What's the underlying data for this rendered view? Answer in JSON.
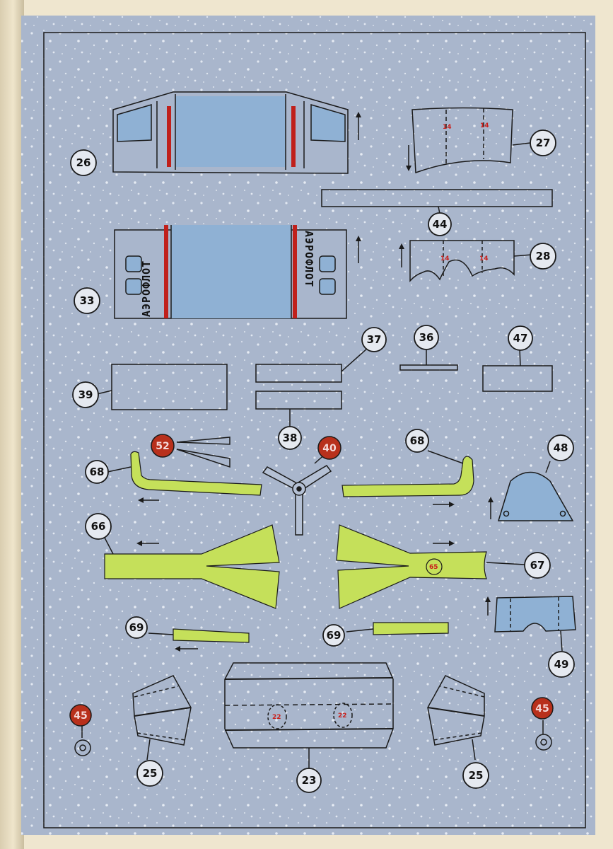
{
  "colors": {
    "paper": "#a9b6cc",
    "speckle": "#dfe5ef",
    "outline": "#1a1a1a",
    "window_blue": "#8fb1d4",
    "green": "#c5e05a",
    "red": "#c0201b",
    "badge_red": "#b8301c"
  },
  "parts": {
    "p26": "26",
    "p27": "27",
    "p44": "44",
    "p33": "33",
    "p28": "28",
    "p37": "37",
    "p36": "36",
    "p47": "47",
    "p39": "39",
    "p38": "38",
    "p52": "52",
    "p40": "40",
    "p68a": "68",
    "p68b": "68",
    "p48": "48",
    "p66": "66",
    "p67": "67",
    "p65": "65",
    "p49": "49",
    "p69a": "69",
    "p69b": "69",
    "p45a": "45",
    "p45b": "45",
    "p25a": "25",
    "p25b": "25",
    "p23": "23"
  },
  "labels": {
    "aeroflot": "АЭРОФЛОТ",
    "mark_27a": "14",
    "mark_27b": "14",
    "mark_28a": "14",
    "mark_28b": "14",
    "mark_23a": "22",
    "mark_23b": "22"
  }
}
